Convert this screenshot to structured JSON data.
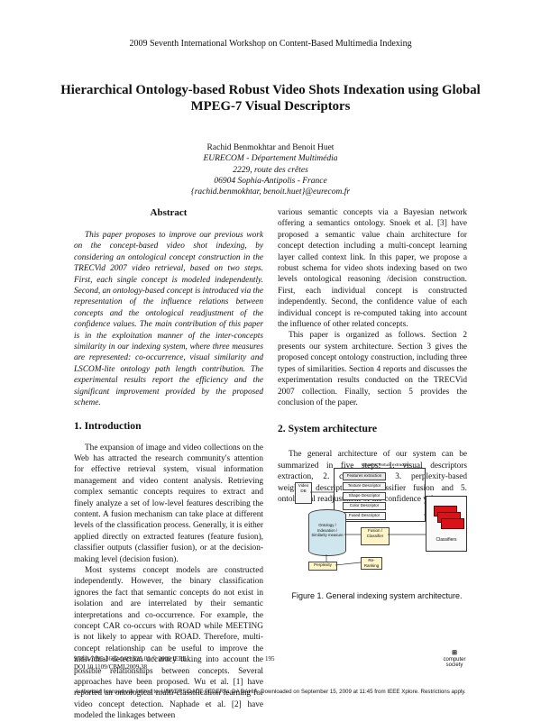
{
  "header": "2009 Seventh International Workshop on Content-Based Multimedia Indexing",
  "title": "Hierarchical Ontology-based Robust Video Shots Indexation using Global MPEG-7 Visual Descriptors",
  "authors": {
    "names": "Rachid Benmokhtar and Benoit Huet",
    "affiliation": "EURECOM - Département Multimédia",
    "street": "2229, route des crêtes",
    "city": "06904 Sophia-Antipolis - France",
    "email": "{rachid.benmokhtar, benoit.huet}@eurecom.fr"
  },
  "abstract": {
    "heading": "Abstract",
    "text": "This paper proposes to improve our previous work on the concept-based video shot indexing, by considering an ontological concept construction in the TRECVid 2007 video retrieval, based on two steps. First, each single concept is modeled independently. Second, an ontology-based concept is introduced via the representation of the influence relations between concepts and the ontological readjustment of the confidence values. The main contribution of this paper is in the exploitation manner of the inter-concepts similarity in our indexing system, where three measures are represented: co-occurrence, visual similarity and LSCOM-lite ontology path length contribution. The experimental results report the efficiency and the significant improvement provided by the proposed scheme."
  },
  "intro": {
    "heading": "1.  Introduction",
    "p1": "The expansion of image and video collections on the Web has attracted the research community's attention for effective retrieval system, visual information management and video content analysis. Retrieving complex semantic concepts requires to extract and finely analyze a set of low-level features describing the content. A fusion mechanism can take place at different levels of the classification process. Generally, it is either applied directly on extracted features (feature fusion), classifier outputs (classifier fusion), or at the decision-making level (decision fusion).",
    "p2": "Most systems concept models are constructed independently. However, the binary classification ignores the fact that semantic concepts do not exist in isolation and are interrelated by their semantic interpretations and co-occurrence. For example, the concept CAR co-occurs with ROAD while MEETING is not likely to appear with ROAD. Therefore, multi-concept relationship can be useful to improve the individual detection accuracy taking into account the possible relationships between concepts. Several approaches have been proposed. Wu et al. [1] have reported an ontological multi-classification learning for video concept detection. Naphade et al. [2] have modeled the linkages between"
  },
  "right_col": {
    "p1": "various semantic concepts via a Bayesian network offering a semantics ontology. Snoek et al. [3] have proposed a semantic value chain architecture for concept detection including a multi-concept learning layer called context link. In this paper, we propose a robust schema for video shots indexing based on two levels ontological reasoning /decision construction. First, each individual concept is constructed independently. Second, the confidence value of each individual concept is re-computed taking into account the influence of other related concepts.",
    "p2": "This paper is organized as follows. Section 2 presents our system architecture. Section 3 gives the proposed concept ontology construction, including three types of similarities. Section 4 reports and discusses the experimentation results conducted on the TRECVid 2007 collection. Finally, section 5 provides the conclusion of the paper.",
    "heading": "2.  System architecture",
    "p3": "The general architecture of our system can be summarized in five steps: 1. visual descriptors extraction, 2. classification, 3. perplexity-based weighted descriptors, 4. classifier fusion and 5. ontological readjustment of the confidence values."
  },
  "figure": {
    "title": "Visual & Textual extraction",
    "boxes": [
      "Features extraction",
      "Texture Descriptor",
      "Shape Descriptor",
      "Color Descriptor",
      "Fused Descriptor"
    ],
    "video_db": "Video DB",
    "storage": "Ontology / Indexation / Similarity measure",
    "fusion": "Fusion / Classifier",
    "perplexity": "Perplexity",
    "classifiers": "Classifiers",
    "readjust": "Re-Ranking",
    "caption": "Figure 1.  General indexing system architecture."
  },
  "footer": {
    "isbn": "978-0-7695-3662-0/09 $25.00 © 2009 IEEE",
    "doi": "DOI 10.1109/CBMI.2009.38",
    "page": "195",
    "logo_text": "computer society",
    "authorized": "Authorized licensed use limited to: UNIVERSIDADE FEDERAL DA BAHIA. Downloaded on September 15, 2009 at 11:45 from IEEE Xplore.  Restrictions apply."
  },
  "colors": {
    "red_box": "#d8141a",
    "gray_box": "#dddddd"
  }
}
